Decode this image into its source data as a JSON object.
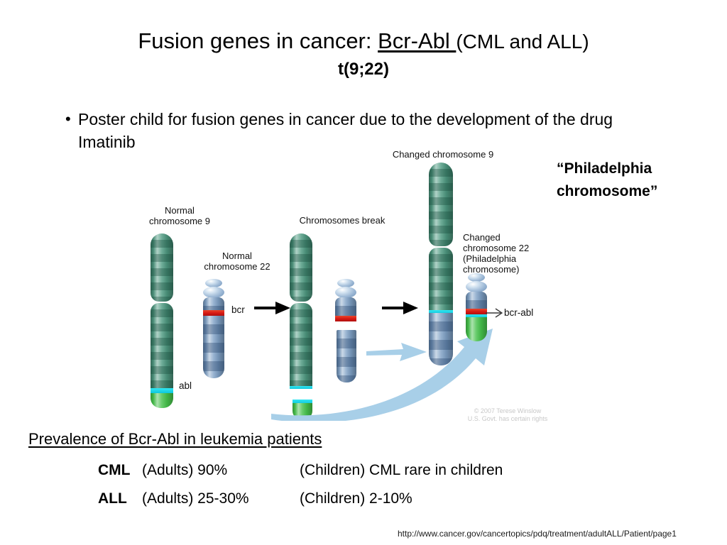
{
  "slide": {
    "title": {
      "prefix": "Fusion genes in cancer: ",
      "underlined": "Bcr-Abl ",
      "suffix": " (CML and ALL)",
      "subtitle": "t(9;22)"
    },
    "bullet": {
      "marker": "•",
      "text": "Poster child for fusion genes in cancer due to the development of the drug Imatinib"
    },
    "callout": {
      "line1": "“Philadelphia",
      "line2": "chromosome”"
    },
    "diagram": {
      "labels": {
        "normal_chr9": "Normal\nchromosome 9",
        "normal_chr22": "Normal\nchromosome 22",
        "chromosomes_break": "Chromosomes break",
        "changed_chr9": "Changed chromosome 9",
        "changed_chr22": "Changed\nchromosome 22\n(Philadelphia\nchromosome)"
      },
      "genes": {
        "bcr": "bcr",
        "abl": "abl",
        "bcr_abl": "bcr-abl"
      },
      "copyright": {
        "line1": "© 2007 Terese Winslow",
        "line2": "U.S. Govt. has certain rights"
      },
      "colors": {
        "chr9_green": "#4f9b82",
        "chr22_blue": "#7d9fc4",
        "bcr_red": "#d81a14",
        "abl_cyan": "#0ec6dc",
        "abl_green_tip": "#45c04a",
        "arrow_blue": "#a8cfe8",
        "arrow_black": "#000000"
      }
    },
    "prevalence": {
      "heading": "Prevalence of Bcr-Abl in leukemia patients",
      "rows": [
        {
          "disease": "CML",
          "adults": "(Adults) 90%",
          "children": "(Children) CML rare in children"
        },
        {
          "disease": "ALL",
          "adults": "(Adults) 25-30%",
          "children": "(Children) 2-10%"
        }
      ]
    },
    "source_url": "http://www.cancer.gov/cancertopics/pdq/treatment/adultALL/Patient/page1"
  }
}
